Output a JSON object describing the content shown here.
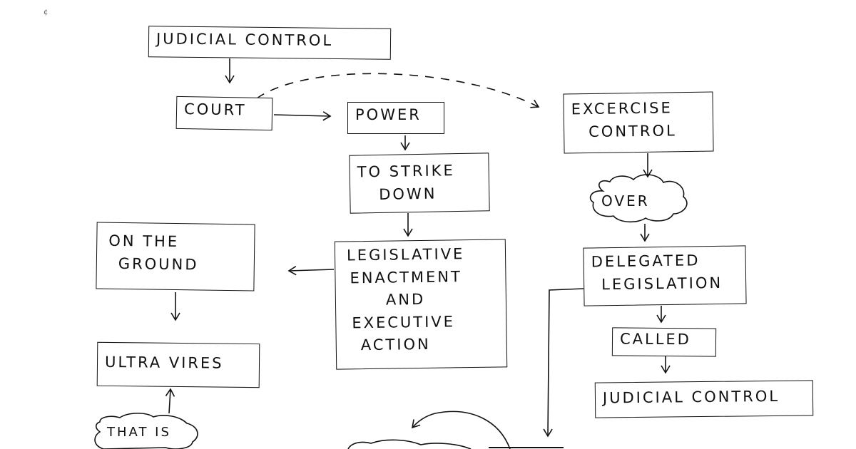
{
  "nodes": {
    "judicial_control_top": "JUDICIAL CONTROL",
    "court": "COURT",
    "power": "POWER",
    "to_strike_down_1": "TO STRIKE",
    "to_strike_down_2": "DOWN",
    "legislative_1": "LEGISLATIVE",
    "legislative_2": "ENACTMENT",
    "legislative_3": "AND",
    "legislative_4": "EXECUTIVE",
    "legislative_5": "ACTION",
    "on_the_ground_1": "ON THE",
    "on_the_ground_2": "GROUND",
    "ultra_vires": "ULTRA VIRES",
    "that_is": "THAT IS",
    "exercise_control_1": "EXCERCISE",
    "exercise_control_2": "CONTROL",
    "over": "OVER",
    "delegated_1": "DELEGATED",
    "delegated_2": "LEGISLATION",
    "called": "CALLED",
    "judicial_control_bottom": "JUDICIAL CONTROL"
  },
  "style": {
    "ink": "#111111",
    "background": "#ffffff"
  }
}
